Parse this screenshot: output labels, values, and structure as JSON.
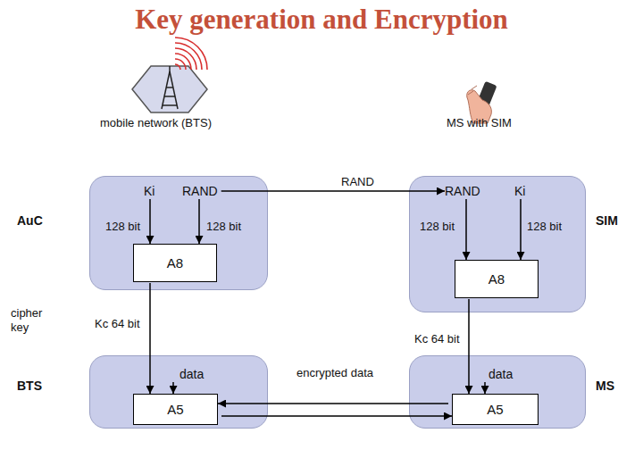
{
  "diagram": {
    "title": "Key generation and Encryption",
    "nodes": [
      {
        "text": [
          "AuC"
        ]
      },
      {
        "text": [
          "Ki"
        ],
        "in": 0
      },
      {
        "text": [
          "RAND"
        ],
        "in": 0
      },
      {
        "text": [
          "A8"
        ],
        "in": 0
      },
      {
        "text": [
          "SIM"
        ]
      },
      {
        "text": [
          "RAND"
        ],
        "in": 4
      },
      {
        "text": [
          "Ki"
        ],
        "in": 4
      },
      {
        "text": [
          "A8"
        ],
        "in": 4
      },
      {
        "text": [
          "BTS"
        ]
      },
      {
        "text": [
          "data"
        ],
        "in": 8
      },
      {
        "text": [
          "A5"
        ],
        "in": 8
      },
      {
        "text": [
          "MS"
        ]
      },
      {
        "text": [
          "data"
        ],
        "in": 11
      },
      {
        "text": [
          "A5"
        ],
        "in": 11
      }
    ],
    "edges": [
      {
        "from": 1,
        "to": 3,
        "arrow": "to",
        "label": "128 bit"
      },
      {
        "from": 2,
        "to": 3,
        "arrow": "to",
        "label": "128 bit"
      },
      {
        "from": 2,
        "to": 5,
        "arrow": "to",
        "label": "RAND"
      },
      {
        "from": 5,
        "to": 7,
        "arrow": "to",
        "label": "128 bit"
      },
      {
        "from": 6,
        "to": 7,
        "arrow": "to",
        "label": "128 bit"
      },
      {
        "from": 3,
        "to": 10,
        "arrow": "to",
        "label": "Kc 64 bit"
      },
      {
        "from": 7,
        "to": 13,
        "arrow": "to",
        "label": "Kc 64 bit"
      },
      {
        "from": 9,
        "to": 10,
        "arrow": "to"
      },
      {
        "from": 12,
        "to": 13,
        "arrow": "to"
      },
      {
        "from": 13,
        "to": 10,
        "arrow": "to",
        "label": "encrypted data"
      },
      {
        "from": 10,
        "to": 13,
        "arrow": "to"
      }
    ],
    "labels": [
      "mobile network (BTS)",
      "MS with SIM",
      "cipher key"
    ]
  }
}
